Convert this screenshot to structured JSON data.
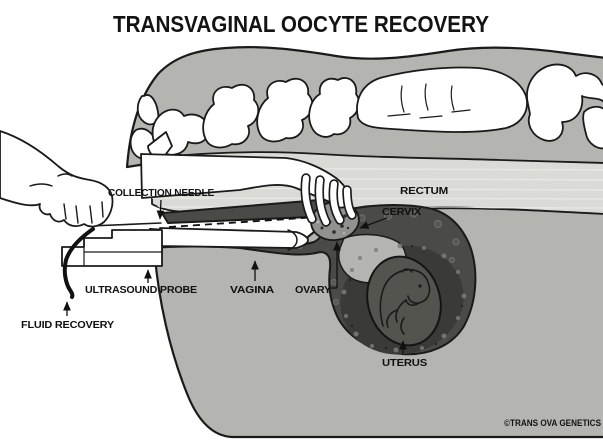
{
  "title": "TRANSVAGINAL OOCYTE RECOVERY",
  "credit": "©TRANS OVA GENETICS",
  "labels": {
    "collection_needle": "COLLECTION NEEDLE",
    "rectum": "RECTUM",
    "cervix": "CERVIX",
    "ultrasound_probe": "ULTRASOUND PROBE",
    "vagina": "VAGINA",
    "ovary": "OVARY",
    "fluid_recovery": "FLUID RECOVERY",
    "uterus": "UTERUS"
  },
  "colors": {
    "background": "#ffffff",
    "body_gray": "#b4b4b1",
    "rectum_light": "#dadad7",
    "tract_dark": "#4a4a47",
    "uterus_ring": "#3a3a37",
    "uterus_inner": "#54544f",
    "ovary_gray": "#90928d",
    "outline": "#1a1a1a",
    "text": "#111111"
  }
}
